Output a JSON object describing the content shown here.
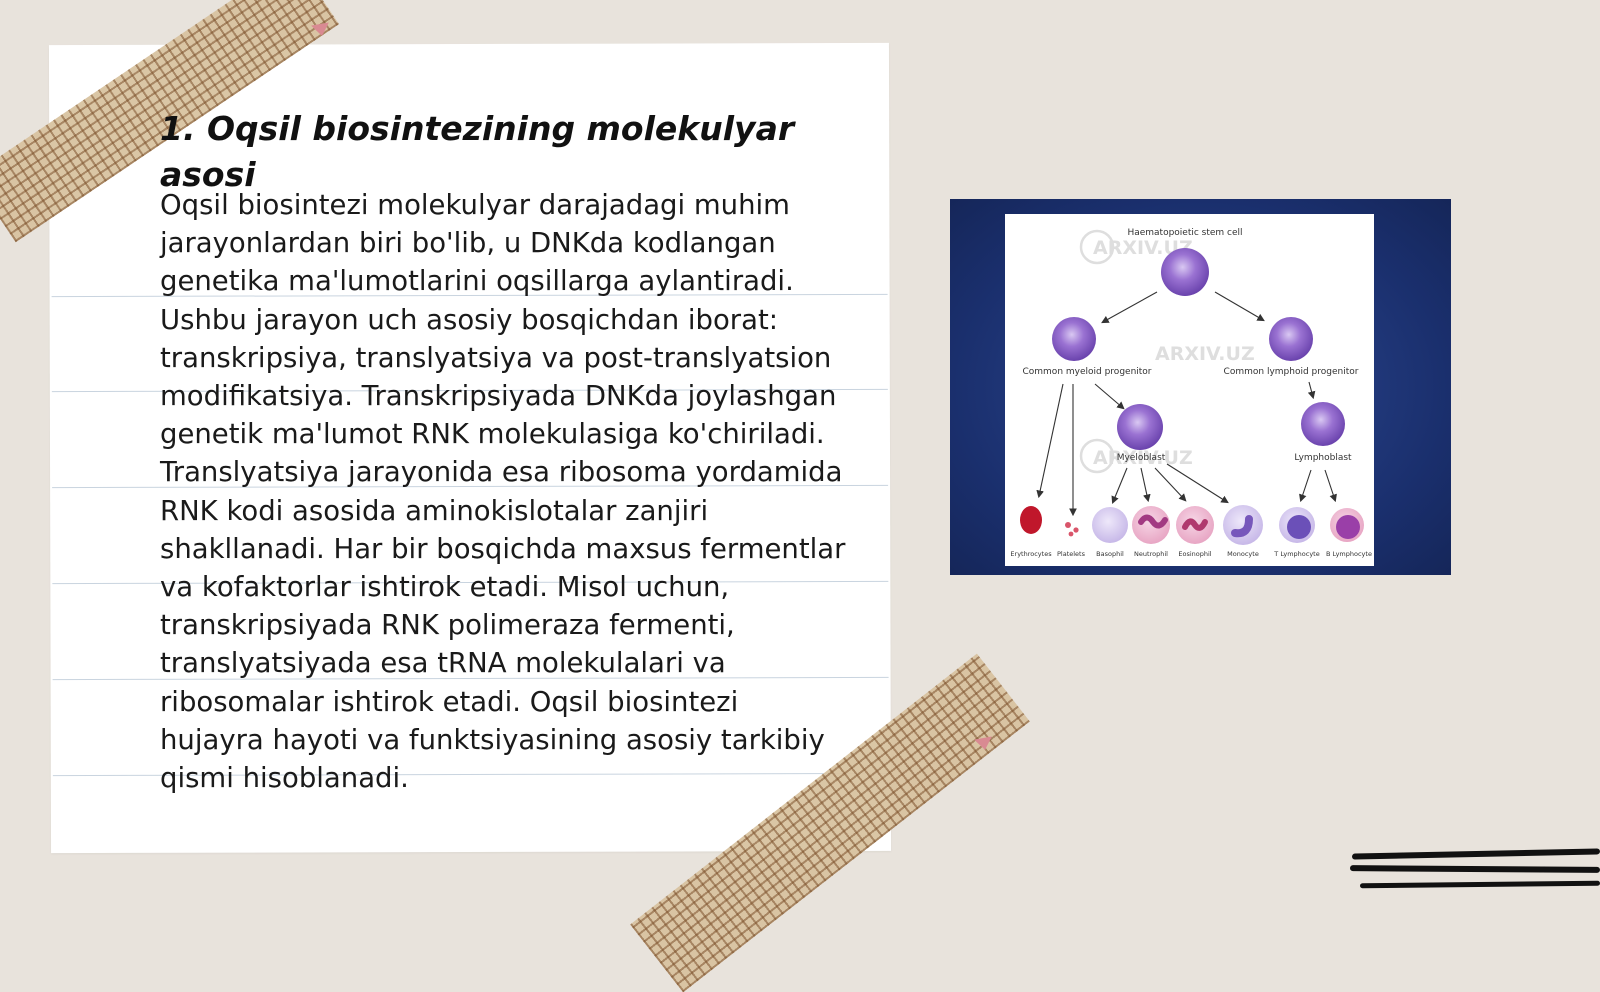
{
  "slide": {
    "title": "1. Oqsil biosintezining molekulyar asosi",
    "body": "Oqsil biosintezi molekulyar darajadagi muhim jarayonlardan biri bo'lib, u DNKda kodlangan genetika ma'lumotlarini oqsillarga aylantiradi. Ushbu jarayon uch asosiy bosqichdan iborat: transkripsiya, translyatsiya va post-translyatsion modifikatsiya. Transkripsiyada DNKda joylashgan genetik ma'lumot RNK molekulasiga ko'chiriladi. Translyatsiya jarayonida esa ribosoma yordamida RNK kodi asosida aminokislotalar zanjiri shakllanadi. Har bir bosqichda maxsus fermentlar va kofaktorlar ishtirok etadi. Misol uchun, transkripsiyada RNK polimeraza fermenti, translyatsiyada esa tRNA molekulalari va ribosomalar ishtirok etadi. Oqsil biosintezi hujayra hayoti va funktsiyasining asosiy tarkibiy qismi hisoblanadi."
  },
  "figure": {
    "stem_cell_label": "Haematopoietic stem cell",
    "myeloid_label": "Common myeloid progenitor",
    "lymphoid_label": "Common lymphoid progenitor",
    "myeloblast_label": "Myeloblast",
    "lymphoblast_label": "Lymphoblast",
    "watermark": "ARXIV.UZ",
    "cells": [
      {
        "label": "Erythrocytes",
        "color": "#c0172b"
      },
      {
        "label": "Platelets",
        "color": "#d9556a"
      },
      {
        "label": "Basophil",
        "color": "#b7a9dc"
      },
      {
        "label": "Neutrophil",
        "color": "#c24a8f"
      },
      {
        "label": "Eosinophil",
        "color": "#d0528a"
      },
      {
        "label": "Monocyte",
        "color": "#8a6fc4"
      },
      {
        "label": "T Lymphocyte",
        "color": "#6b50b8"
      },
      {
        "label": "B Lymphocyte",
        "color": "#9a3fa8"
      }
    ],
    "colors": {
      "frame_blue": "#1a2f6d",
      "cell_purple": "#8e63c9",
      "text_dark": "#333333"
    }
  }
}
